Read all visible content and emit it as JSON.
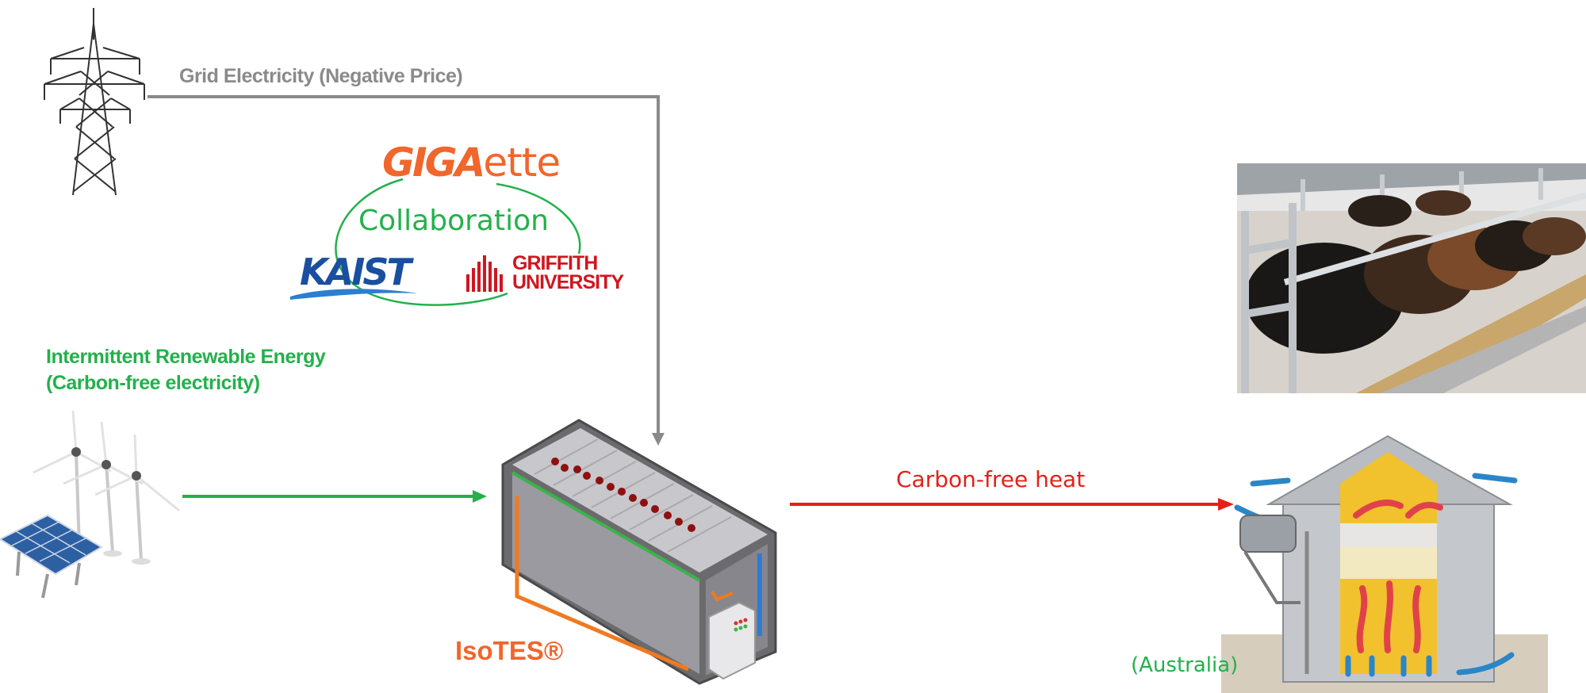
{
  "grid": {
    "label": "Grid Electricity (Negative Price)"
  },
  "collaboration": {
    "label": "Collaboration",
    "logos": {
      "gigaette_bold": "GIGA",
      "gigaette_light": "ette",
      "kaist": "KAIST",
      "griffith_line1": "GRIFFITH",
      "griffith_line2": "UNIVERSITY"
    }
  },
  "renewable": {
    "line1": "Intermittent Renewable Energy",
    "line2": "(Carbon-free electricity)"
  },
  "storage": {
    "label": "IsoTES®"
  },
  "heat": {
    "label": "Carbon-free heat"
  },
  "destination": {
    "label": "(Australia)"
  },
  "colors": {
    "grid_arrow": "#8a8a8a",
    "renewable_arrow": "#22b14c",
    "heat_arrow": "#e32119",
    "brand_orange": "#f0662c",
    "kaist_blue": "#1a4fa0",
    "griffith_red": "#d0161f"
  }
}
